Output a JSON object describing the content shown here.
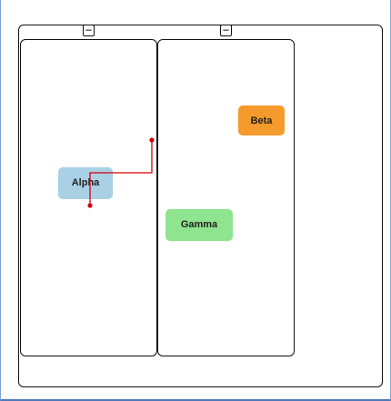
{
  "diagram": {
    "pool": {
      "lanes": [
        {
          "id": "lane-1",
          "collapse_icon": "minus-icon",
          "collapse_label": "−",
          "nodes": [
            {
              "id": "alpha",
              "label": "Alpha",
              "color": "#a9d0e5"
            }
          ]
        },
        {
          "id": "lane-2",
          "collapse_icon": "minus-icon",
          "collapse_label": "−",
          "nodes": [
            {
              "id": "beta",
              "label": "Beta",
              "color": "#f59a2c"
            },
            {
              "id": "gamma",
              "label": "Gamma",
              "color": "#8fe48f"
            }
          ]
        }
      ]
    },
    "connections": [
      {
        "from": "alpha",
        "to": "lane-2",
        "color": "#d3000b"
      }
    ],
    "colors": {
      "border": "#111111",
      "connection": "#d3000b",
      "frame": "#4f78b9"
    }
  }
}
